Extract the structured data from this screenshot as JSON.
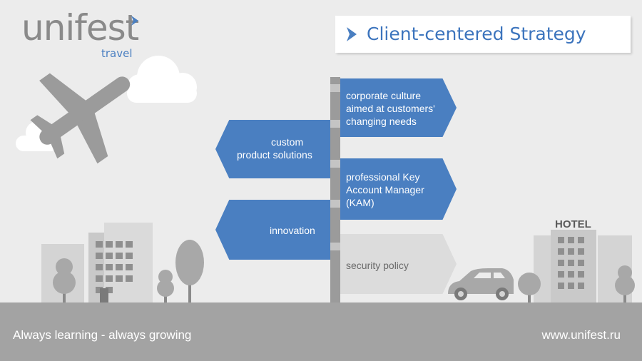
{
  "brand": {
    "name": "unifest",
    "sub": "travel",
    "accent": "#4a7fc1",
    "logo_color": "#8a8a8a"
  },
  "header": {
    "title": "Client-centered Strategy",
    "icon": "chevron-right-icon"
  },
  "signs": {
    "s1": {
      "line1": "corporate culture",
      "line2": "aimed at customers'",
      "line3": "changing needs"
    },
    "s2": {
      "line1": "custom",
      "line2": "product solutions"
    },
    "s3": {
      "line1": "professional Key",
      "line2": "Account Manager",
      "line3": "(KAM)"
    },
    "s4": {
      "line1": "innovation"
    },
    "s5": {
      "line1": "security policy"
    }
  },
  "scene": {
    "hotel_label": "HOTEL",
    "icons": [
      "airplane-icon",
      "cloud-icon",
      "building-icon",
      "tree-icon",
      "car-icon",
      "hotel-building-icon"
    ]
  },
  "footer": {
    "slogan": "Always learning - always growing",
    "website": "www.unifest.ru"
  },
  "colors": {
    "background": "#ececec",
    "sign_blue": "#4a7fc1",
    "sign_grey": "#dcdcdc",
    "ground": "#a3a3a3",
    "scenery_light": "#d4d4d4",
    "scenery_dark": "#8f8f8f"
  }
}
